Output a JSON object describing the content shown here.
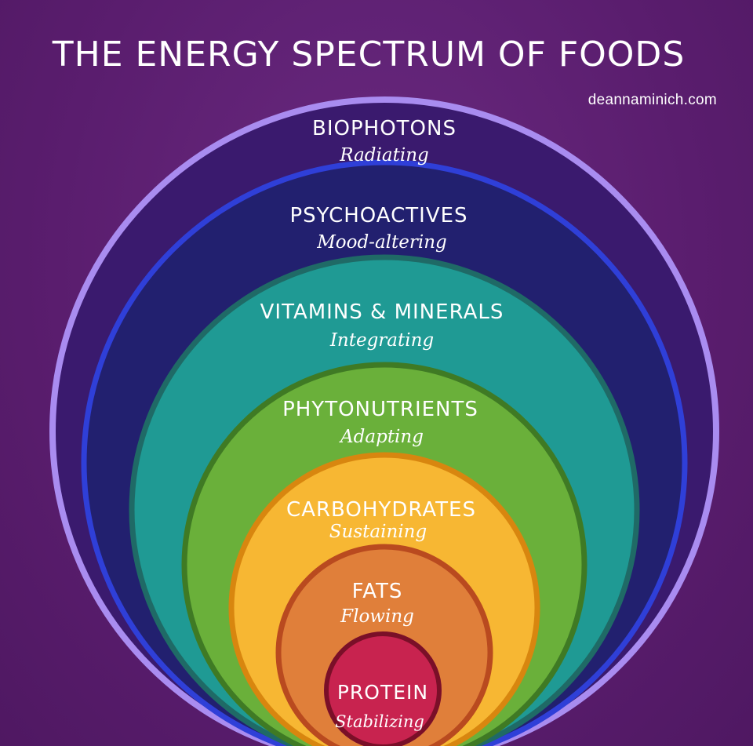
{
  "header": {
    "title": "THE ENERGY SPECTRUM OF FOODS",
    "credit": "deannaminich.com"
  },
  "rings": [
    {
      "name": "BIOPHOTONS",
      "subtitle": "Radiating",
      "fill": "#3a1a6e",
      "stroke": "#a98cf0"
    },
    {
      "name": "PSYCHOACTIVES",
      "subtitle": "Mood-altering",
      "fill": "#22206f",
      "stroke": "#2f3fd8"
    },
    {
      "name": "VITAMINS & MINERALS",
      "subtitle": "Integrating",
      "fill": "#1f9a94",
      "stroke": "#1f6a66"
    },
    {
      "name": "PHYTONUTRIENTS",
      "subtitle": "Adapting",
      "fill": "#6ab03a",
      "stroke": "#3f7a24"
    },
    {
      "name": "CARBOHYDRATES",
      "subtitle": "Sustaining",
      "fill": "#f7b733",
      "stroke": "#d8860f"
    },
    {
      "name": "FATS",
      "subtitle": "Flowing",
      "fill": "#e07f3a",
      "stroke": "#b94a1f"
    },
    {
      "name": "PROTEIN",
      "subtitle": "Stabilizing",
      "fill": "#c8234f",
      "stroke": "#7a0f28"
    }
  ]
}
